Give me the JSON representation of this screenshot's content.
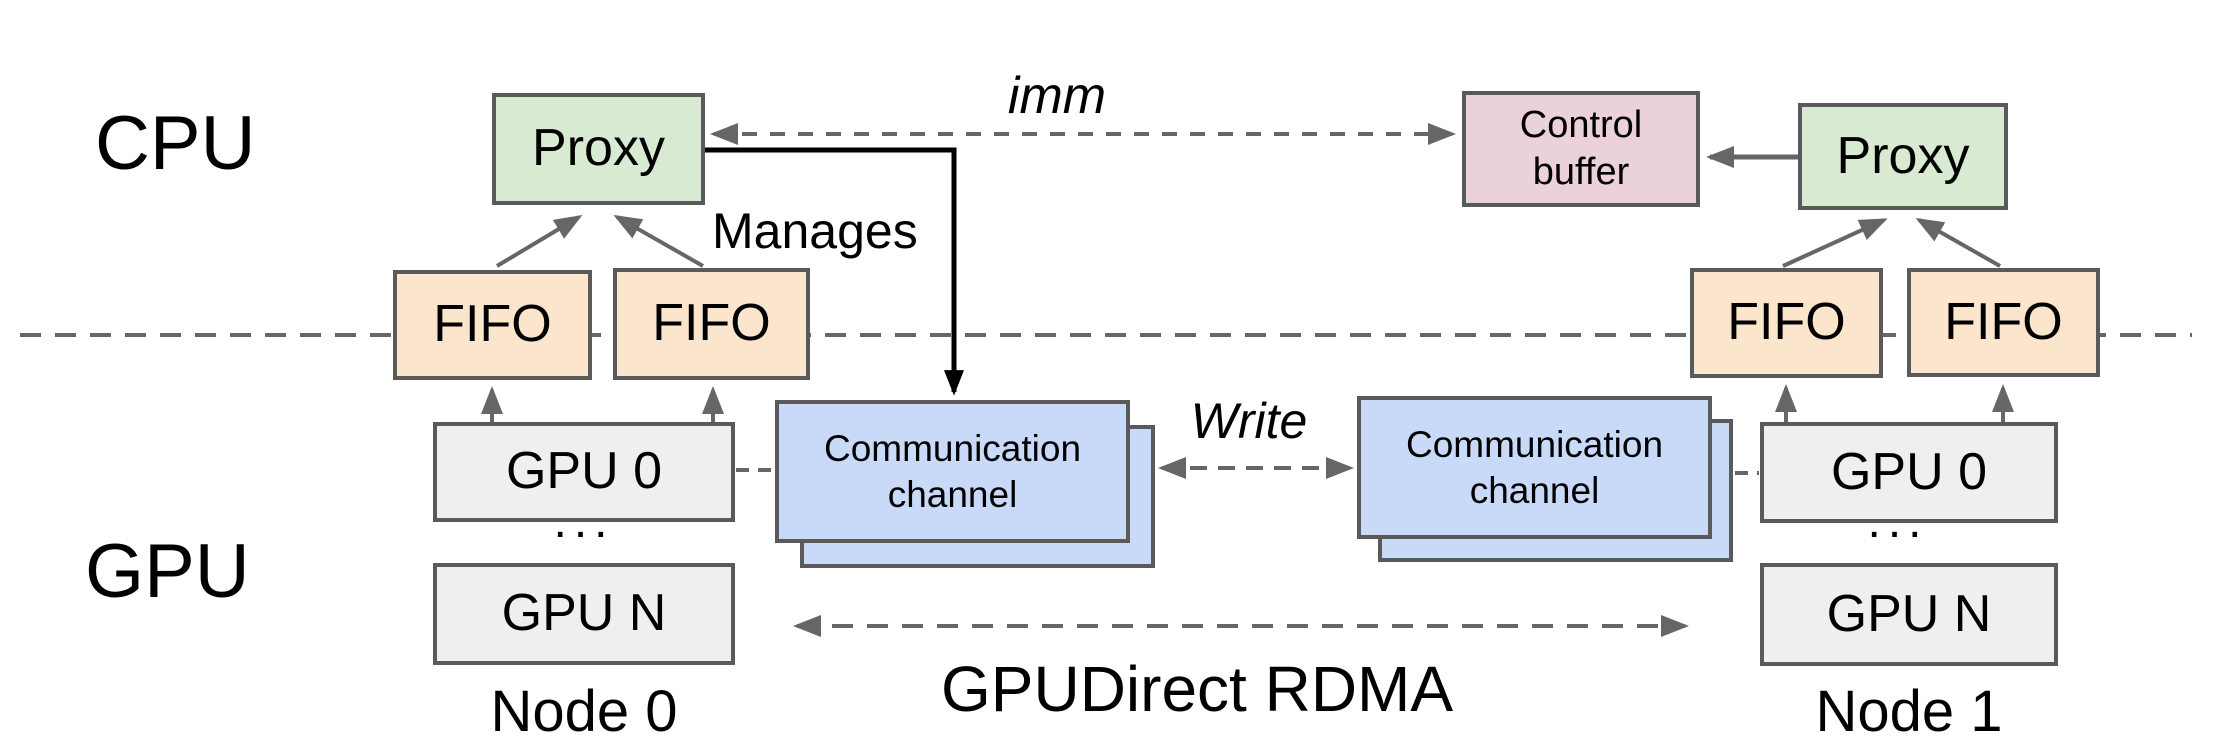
{
  "colors": {
    "background": "#ffffff",
    "box_border": "#5a5a5a",
    "proxy_fill": "#d9ead3",
    "fifo_fill": "#fce5cd",
    "channel_fill": "#c9daf8",
    "control_fill": "#ead1dc",
    "gpu_fill": "#efefef",
    "connector_gray": "#666666",
    "connector_black": "#000000",
    "text": "#000000"
  },
  "layer_labels": {
    "cpu": "CPU",
    "gpu": "GPU"
  },
  "arrow_labels": {
    "imm": "imm",
    "manages": "Manages",
    "write": "Write",
    "gpudirect_rdma": "GPUDirect RDMA"
  },
  "node0": {
    "label": "Node 0",
    "proxy": "Proxy",
    "fifo_left": "FIFO",
    "fifo_right": "FIFO",
    "gpu_first": "GPU 0",
    "ellipsis": "...",
    "gpu_last": "GPU N",
    "channel": "Communication channel"
  },
  "node1": {
    "label": "Node 1",
    "proxy": "Proxy",
    "control_buffer": "Control buffer",
    "fifo_left": "FIFO",
    "fifo_right": "FIFO",
    "gpu_first": "GPU 0",
    "ellipsis": "...",
    "gpu_last": "GPU N",
    "channel": "Communication channel"
  }
}
